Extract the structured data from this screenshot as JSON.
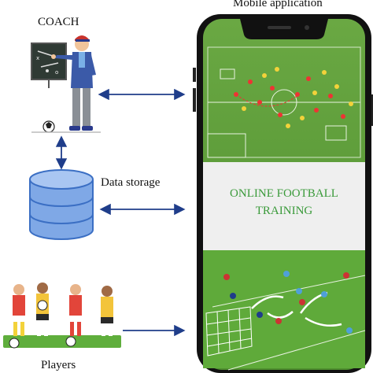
{
  "labels": {
    "mobile_application": "Mobile application",
    "coach": "COACH",
    "data_storage": "Data storage",
    "players": "Players"
  },
  "phone": {
    "banner_line1": "ONLINE FOOTBALL",
    "banner_line2": "TRAINING"
  },
  "colors": {
    "arrow": "#1f3d8a",
    "phone_frame": "#111111",
    "pitch_green": "#5f9e3a",
    "banner_text": "#3a9a3a",
    "database_blue": "#7fa8e6"
  }
}
